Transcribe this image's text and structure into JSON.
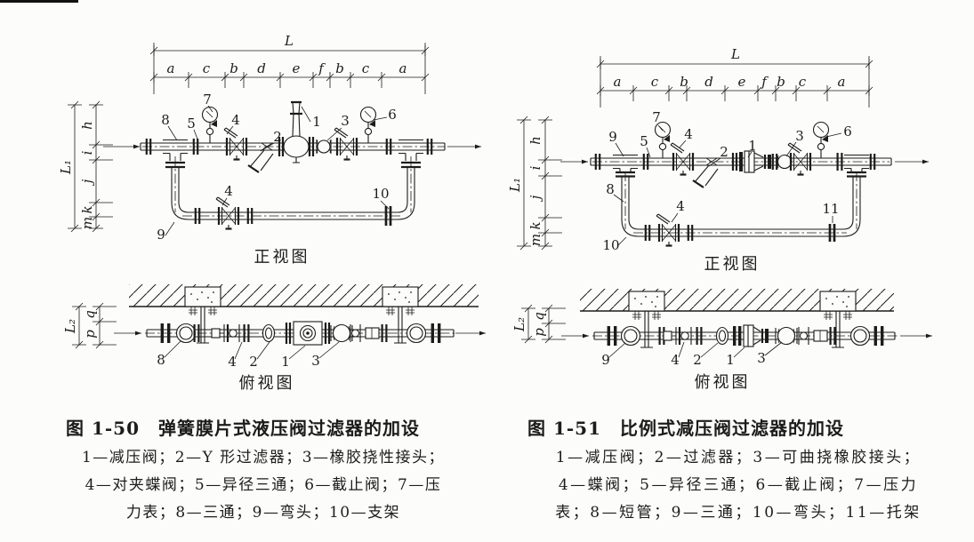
{
  "colors": {
    "ink": "#1c1c1c",
    "paper": "#fcfcfa"
  },
  "figures": [
    {
      "title": "图 1-50　弹簧膜片式液压阀过滤器的加设",
      "legend_lines": [
        "1—减压阀；2—Y 形过滤器；3—橡胶挠性接头；",
        "4—对夹蝶阀；5—异径三通；6—截止阀；7—压",
        "力表；8—三通；9—弯头；10—支架"
      ],
      "front_view_label": "正视图",
      "top_view_label": "俯视图",
      "dims": {
        "total": "L",
        "segments": [
          "a",
          "c",
          "b",
          "d",
          "e",
          "f",
          "b",
          "c",
          "a"
        ],
        "height_total": "L₁",
        "height_segments": [
          "h",
          "i",
          "j",
          "k",
          "m"
        ],
        "plan_total": "L₂",
        "plan_segments": [
          "q",
          "p"
        ]
      },
      "front_labels": {
        "p1": "1",
        "p2": "2",
        "p3": "3",
        "p4": "4",
        "p4_bypass": "4",
        "p5": "5",
        "p6": "6",
        "p7": "7",
        "p8": "8",
        "p9": "9",
        "p10": "10"
      },
      "top_labels": {
        "p8": "8",
        "p4": "4",
        "p2": "2",
        "p1": "1",
        "p3": "3"
      }
    },
    {
      "title": "图 1-51　比例式减压阀过滤器的加设",
      "legend_lines": [
        "1—减压阀；2—过滤器；3—可曲挠橡胶接头；",
        "4—蝶阀；5—异径三通；6—截止阀；7—压力",
        "表；8—短管；9—三通；10—弯头；11—托架"
      ],
      "front_view_label": "正视图",
      "top_view_label": "俯视图",
      "dims": {
        "total": "L",
        "segments": [
          "a",
          "c",
          "b",
          "d",
          "e",
          "f",
          "b",
          "c",
          "a"
        ],
        "height_total": "L₁",
        "height_segments": [
          "h",
          "i",
          "j",
          "k",
          "m"
        ],
        "plan_total": "L₂",
        "plan_segments": [
          "q",
          "p"
        ]
      },
      "front_labels": {
        "p1": "1",
        "p2": "2",
        "p3": "3",
        "p4": "4",
        "p4_bypass": "4",
        "p5": "5",
        "p6": "6",
        "p7": "7",
        "p8": "8",
        "p9": "9",
        "p10": "10",
        "p11": "11"
      },
      "top_labels": {
        "p9": "9",
        "p4": "4",
        "p2": "2",
        "p1": "1",
        "p3": "3"
      }
    }
  ]
}
